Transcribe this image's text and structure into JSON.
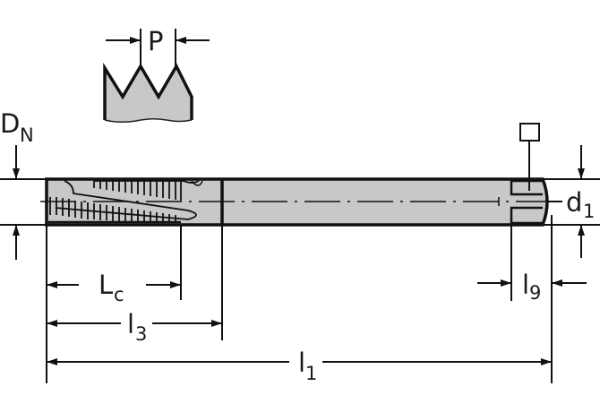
{
  "diagram": {
    "type": "technical-drawing",
    "subject": "thread milling cutter / tap with cylindrical shank",
    "colors": {
      "fill": "#c8c8c8",
      "stroke": "#111111",
      "background": "#ffffff"
    },
    "labels": {
      "pitch": {
        "main": "P",
        "sub": ""
      },
      "nominal_diameter": {
        "main": "D",
        "sub": "N"
      },
      "shank_diameter": {
        "main": "d",
        "sub": "1"
      },
      "square_symbol": {
        "main": "□",
        "sub": ""
      },
      "cutting_length": {
        "main": "L",
        "sub": "c"
      },
      "thread_length": {
        "main": "l",
        "sub": "3"
      },
      "square_length": {
        "main": "l",
        "sub": "9"
      },
      "overall_length": {
        "main": "l",
        "sub": "1"
      }
    }
  }
}
